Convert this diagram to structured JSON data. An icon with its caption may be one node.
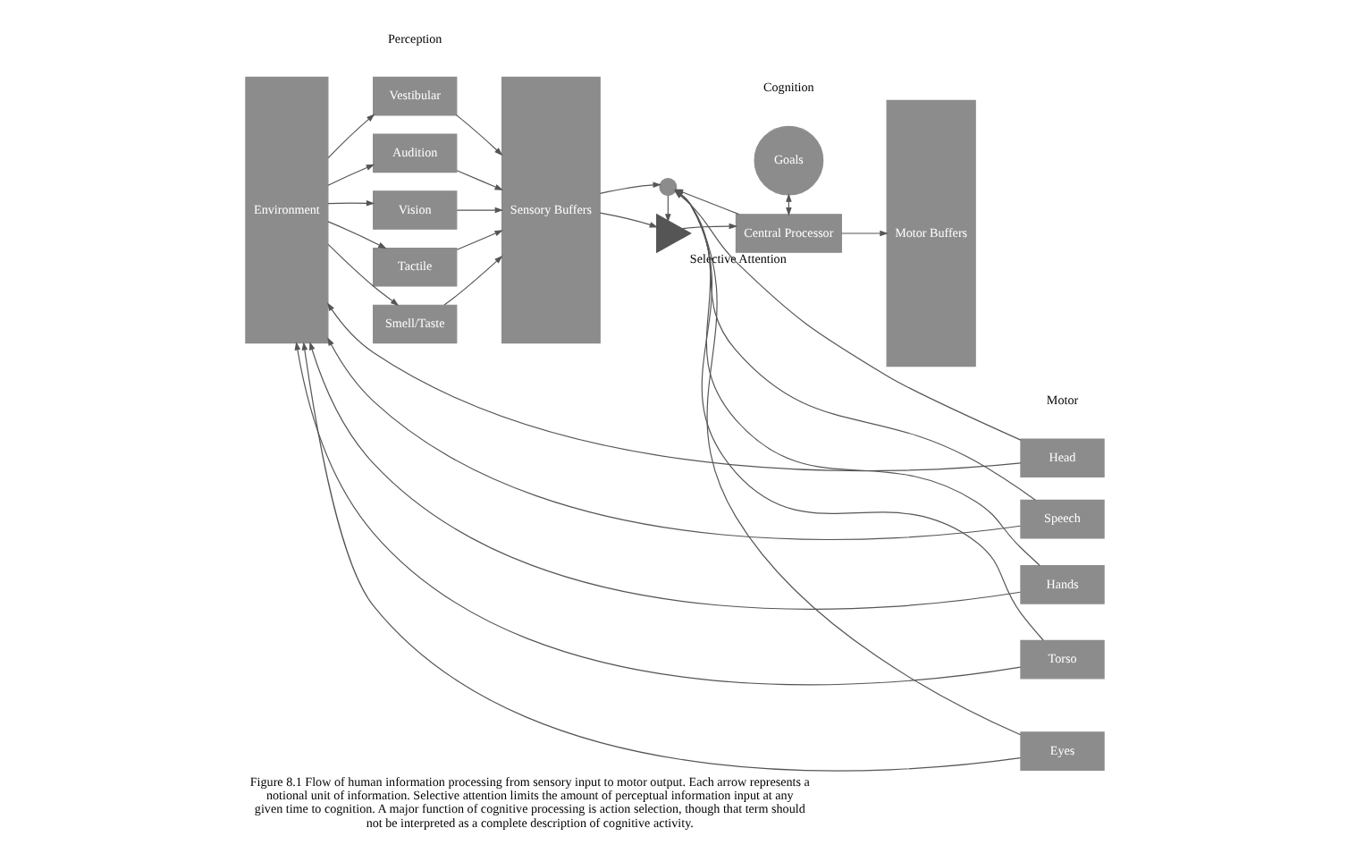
{
  "diagram": {
    "caption": "Figure 8.1 Flow of human information processing from sensory input to motor output. Each arrow represents a notional unit of information. Selective attention limits the amount of perceptual information input at any given time to cognition. A major function of cognitive processing is action selection, though that term should not be interpreted as a complete description of cognitive activity.",
    "nodes": [
      {
        "text": [
          "Environment"
        ]
      },
      {
        "text": [
          "Vestibular"
        ]
      },
      {
        "text": [
          "Audition"
        ]
      },
      {
        "text": [
          "Vision"
        ]
      },
      {
        "text": [
          "Tactile"
        ]
      },
      {
        "text": [
          "Smell/Taste"
        ]
      },
      {
        "text": [
          "Sensory Buffers"
        ]
      },
      {
        "text": [],
        "shape": "triangle",
        "beside": [
          "Selective Attention"
        ]
      },
      {
        "text": [
          "Goals"
        ]
      },
      {
        "text": [
          "Central Processor"
        ]
      },
      {
        "text": [],
        "shape": "circle"
      },
      {
        "text": [
          "Motor Buffers"
        ]
      },
      {
        "text": [
          "Head"
        ]
      },
      {
        "text": [
          "Speech"
        ]
      },
      {
        "text": [
          "Hands"
        ]
      },
      {
        "text": [
          "Torso"
        ]
      },
      {
        "text": [
          "Eyes"
        ]
      }
    ],
    "edges": [
      {
        "from": 0,
        "to": 1,
        "arrow": "to"
      },
      {
        "from": 0,
        "to": 2,
        "arrow": "to"
      },
      {
        "from": 0,
        "to": 3,
        "arrow": "to"
      },
      {
        "from": 0,
        "to": 4,
        "arrow": "to"
      },
      {
        "from": 0,
        "to": 5,
        "arrow": "to"
      },
      {
        "from": 1,
        "to": 6,
        "arrow": "to"
      },
      {
        "from": 2,
        "to": 6,
        "arrow": "to"
      },
      {
        "from": 3,
        "to": 6,
        "arrow": "to"
      },
      {
        "from": 4,
        "to": 6,
        "arrow": "to"
      },
      {
        "from": 5,
        "to": 6,
        "arrow": "to"
      },
      {
        "from": 6,
        "to": 7,
        "arrow": "to"
      },
      {
        "from": 7,
        "to": 9,
        "arrow": "to"
      },
      {
        "from": 8,
        "to": 9,
        "arrow": "both"
      },
      {
        "from": 6,
        "to": 10,
        "arrow": "to"
      },
      {
        "from": 9,
        "to": 10,
        "arrow": "to"
      },
      {
        "from": 10,
        "to": 7,
        "arrow": "to"
      },
      {
        "from": 9,
        "to": 11,
        "arrow": "to"
      },
      {
        "from": 12,
        "to": 0,
        "arrow": "to"
      },
      {
        "from": 13,
        "to": 0,
        "arrow": "to"
      },
      {
        "from": 14,
        "to": 0,
        "arrow": "to"
      },
      {
        "from": 15,
        "to": 0,
        "arrow": "to"
      },
      {
        "from": 16,
        "to": 0,
        "arrow": "to"
      },
      {
        "from": 12,
        "to": 10,
        "arrow": "to"
      },
      {
        "from": 13,
        "to": 10,
        "arrow": "to"
      },
      {
        "from": 14,
        "to": 10,
        "arrow": "to"
      },
      {
        "from": 15,
        "to": 10,
        "arrow": "to"
      },
      {
        "from": 16,
        "to": 10,
        "arrow": "to"
      }
    ],
    "labels": [
      "Perception",
      "Cognition",
      "Motor"
    ]
  }
}
